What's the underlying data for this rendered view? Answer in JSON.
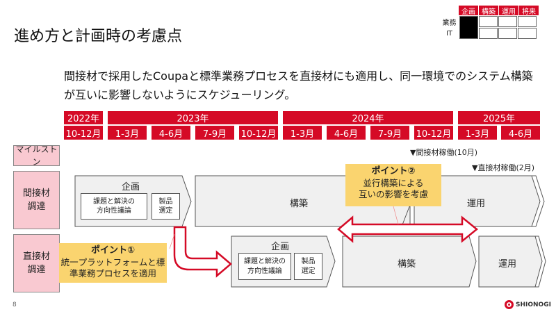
{
  "title": "進め方と計画時の考慮点",
  "subtitle_lines": [
    "間接材で採用したCoupaと標準業務プロセスを直接材にも適用し、同一環境でのシステム構築",
    "が互いに影響しないようにスケジューリング。"
  ],
  "legend": {
    "phases": [
      "企画",
      "構築",
      "運用",
      "将来"
    ],
    "rows": [
      "業務",
      "IT"
    ]
  },
  "timeline": {
    "years": [
      "2022年",
      "2023年",
      "2024年",
      "2025年"
    ],
    "quarters": [
      "10-12月",
      "1-3月",
      "4-6月",
      "7-9月",
      "10-12月",
      "1-3月",
      "4-6月",
      "7-9月",
      "10-12月",
      "1-3月",
      "4-6月"
    ]
  },
  "rows": {
    "milestone": "マイルストン",
    "indirect": "間接材\n調達",
    "direct": "直接材\n調達"
  },
  "milestones": [
    "▼間接材稼働(10月)",
    "▼直接材稼働(2月)"
  ],
  "indirect_phases": {
    "plan": "企画",
    "task": "課題と解決の\n方向性議論",
    "select": "製品\n選定",
    "build": "構築",
    "run": "運用"
  },
  "direct_phases": {
    "plan": "企画",
    "task": "課題と解決の\n方向性議論",
    "select": "製品\n選定",
    "build": "構築",
    "run": "運用"
  },
  "point1": {
    "title": "ポイント①",
    "body": "統一プラットフォームと標\n準業務プロセスを適用"
  },
  "point2": {
    "title": "ポイント②",
    "body": "並行構築による\n互いの影響を考慮"
  },
  "page_number": "8",
  "logo": "SHIONOGI",
  "colors": {
    "accent": "#d50a26",
    "pink": "#f9c9d1",
    "callout": "#fad46f"
  }
}
